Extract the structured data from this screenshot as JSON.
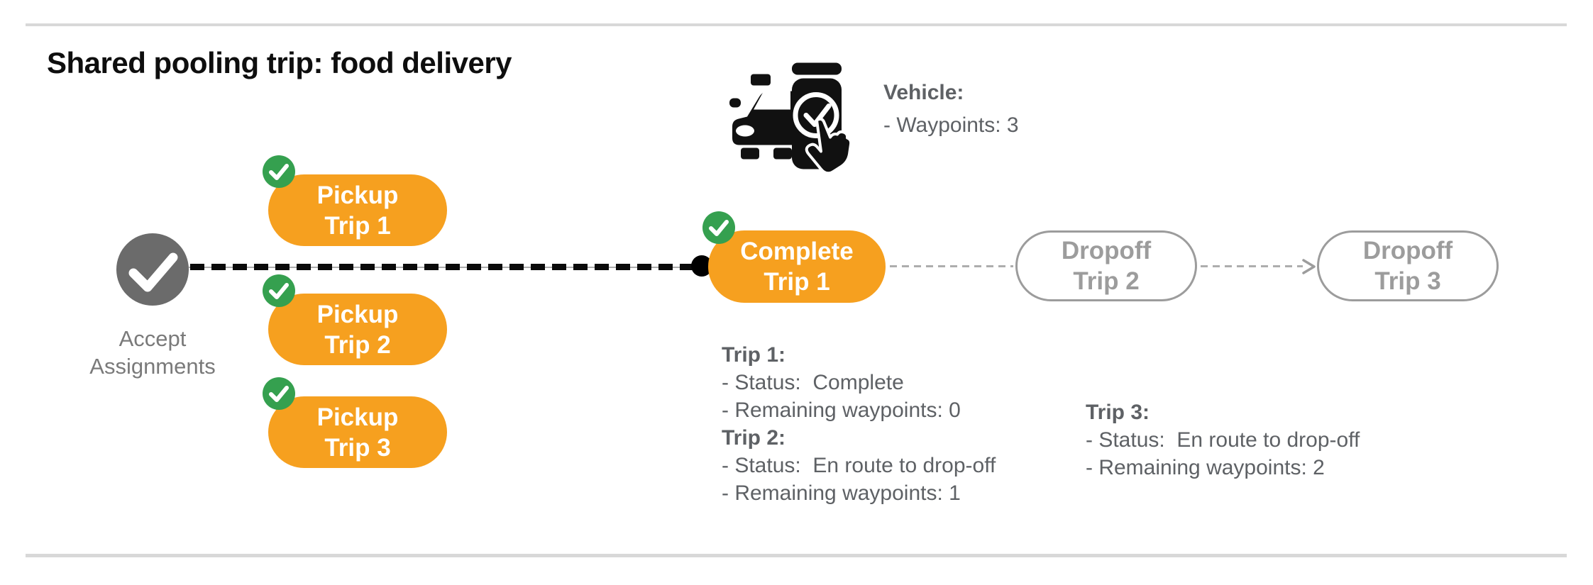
{
  "title": "Shared pooling trip: food delivery",
  "vehicle": {
    "icon": "car-smartphone-check-icon",
    "label": "Vehicle:",
    "waypoints_line": "- Waypoints: 3",
    "waypoints_count": 3
  },
  "flow": {
    "start": {
      "icon": "check-icon",
      "label_line1": "Accept",
      "label_line2": "Assignments"
    },
    "pickups": [
      {
        "line1": "Pickup",
        "line2": "Trip 1",
        "status_icon": "check-icon"
      },
      {
        "line1": "Pickup",
        "line2": "Trip 2",
        "status_icon": "check-icon"
      },
      {
        "line1": "Pickup",
        "line2": "Trip 3",
        "status_icon": "check-icon"
      }
    ],
    "complete": {
      "line1": "Complete",
      "line2": "Trip 1",
      "status_icon": "check-icon"
    },
    "current_position_marker": "waypoint-dot",
    "dropoffs": [
      {
        "line1": "Dropoff",
        "line2": "Trip 2"
      },
      {
        "line1": "Dropoff",
        "line2": "Trip 3"
      }
    ],
    "arrow_icon": "arrow-right-icon"
  },
  "details": {
    "left": [
      {
        "heading": "Trip 1:",
        "lines": [
          "- Status:  Complete",
          "- Remaining waypoints: 0"
        ]
      },
      {
        "heading": "Trip 2:",
        "lines": [
          "- Status:  En route to drop-off",
          "- Remaining waypoints: 1"
        ]
      }
    ],
    "right": [
      {
        "heading": "Trip 3:",
        "lines": [
          "- Status:  En route to drop-off",
          "- Remaining waypoints: 2"
        ]
      }
    ]
  },
  "colors": {
    "orange": "#f6a01f",
    "green": "#35a04f",
    "nodegray": "#6b6b6b",
    "labelgray": "#7a7a7a",
    "detail": "#5e6165",
    "ghostgray": "#9c9c9c",
    "hairline": "#d8d8d8",
    "thingray": "#adadad",
    "dashblack": "#0a0a0a"
  }
}
